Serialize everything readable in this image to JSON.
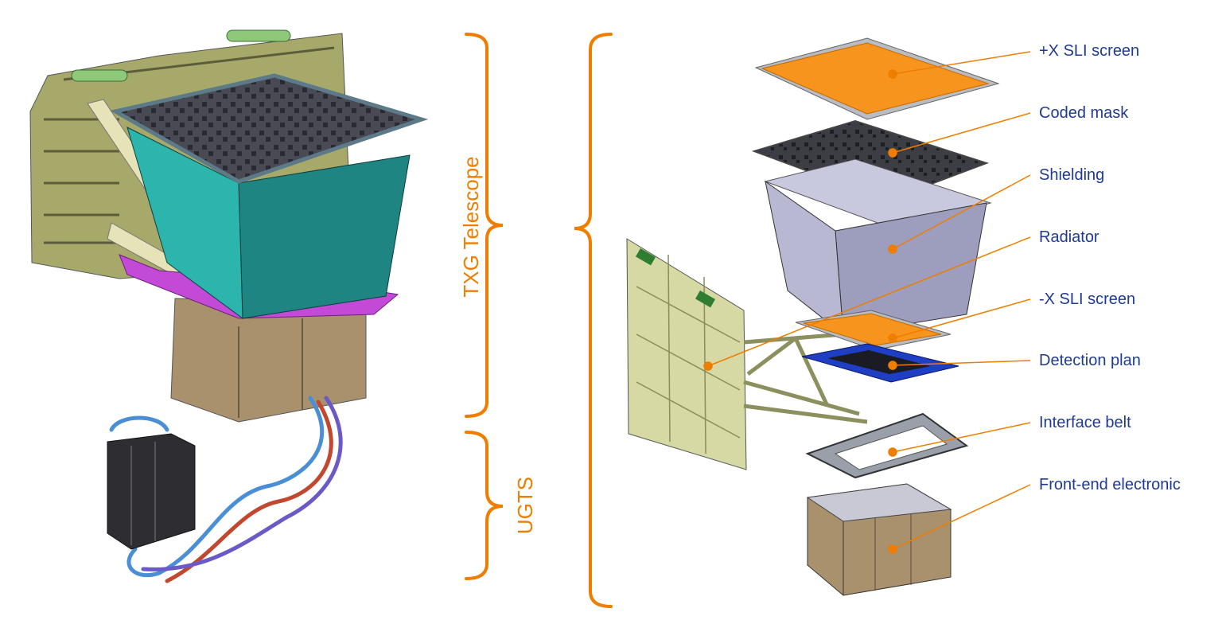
{
  "colors": {
    "accent_orange": "#ef7d00",
    "label_blue": "#1f3a93"
  },
  "groups": {
    "txg": "TXG Telescope",
    "ugts": "UGTS"
  },
  "components": [
    {
      "id": "plus-x-sli",
      "label": "+X SLI screen"
    },
    {
      "id": "coded-mask",
      "label": "Coded mask"
    },
    {
      "id": "shielding",
      "label": "Shielding"
    },
    {
      "id": "radiator",
      "label": "Radiator"
    },
    {
      "id": "minus-x-sli",
      "label": "-X SLI screen"
    },
    {
      "id": "detection-plan",
      "label": "Detection plan"
    },
    {
      "id": "interface-belt",
      "label": "Interface belt"
    },
    {
      "id": "front-end-electronic",
      "label": "Front-end electronic"
    }
  ]
}
